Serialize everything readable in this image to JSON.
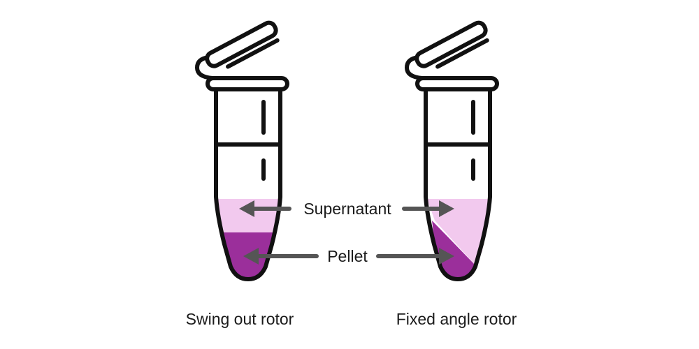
{
  "labels": {
    "supernatant": "Supernatant",
    "pellet": "Pellet"
  },
  "tubes": [
    {
      "id": "swing-out",
      "caption": "Swing out rotor",
      "pellet_shape": "flat"
    },
    {
      "id": "fixed-angle",
      "caption": "Fixed angle rotor",
      "pellet_shape": "angled"
    }
  ],
  "colors": {
    "outline": "#111111",
    "supernatant": "#f2c9ee",
    "pellet": "#9b2f9b",
    "arrow": "#555555",
    "background": "#ffffff"
  }
}
